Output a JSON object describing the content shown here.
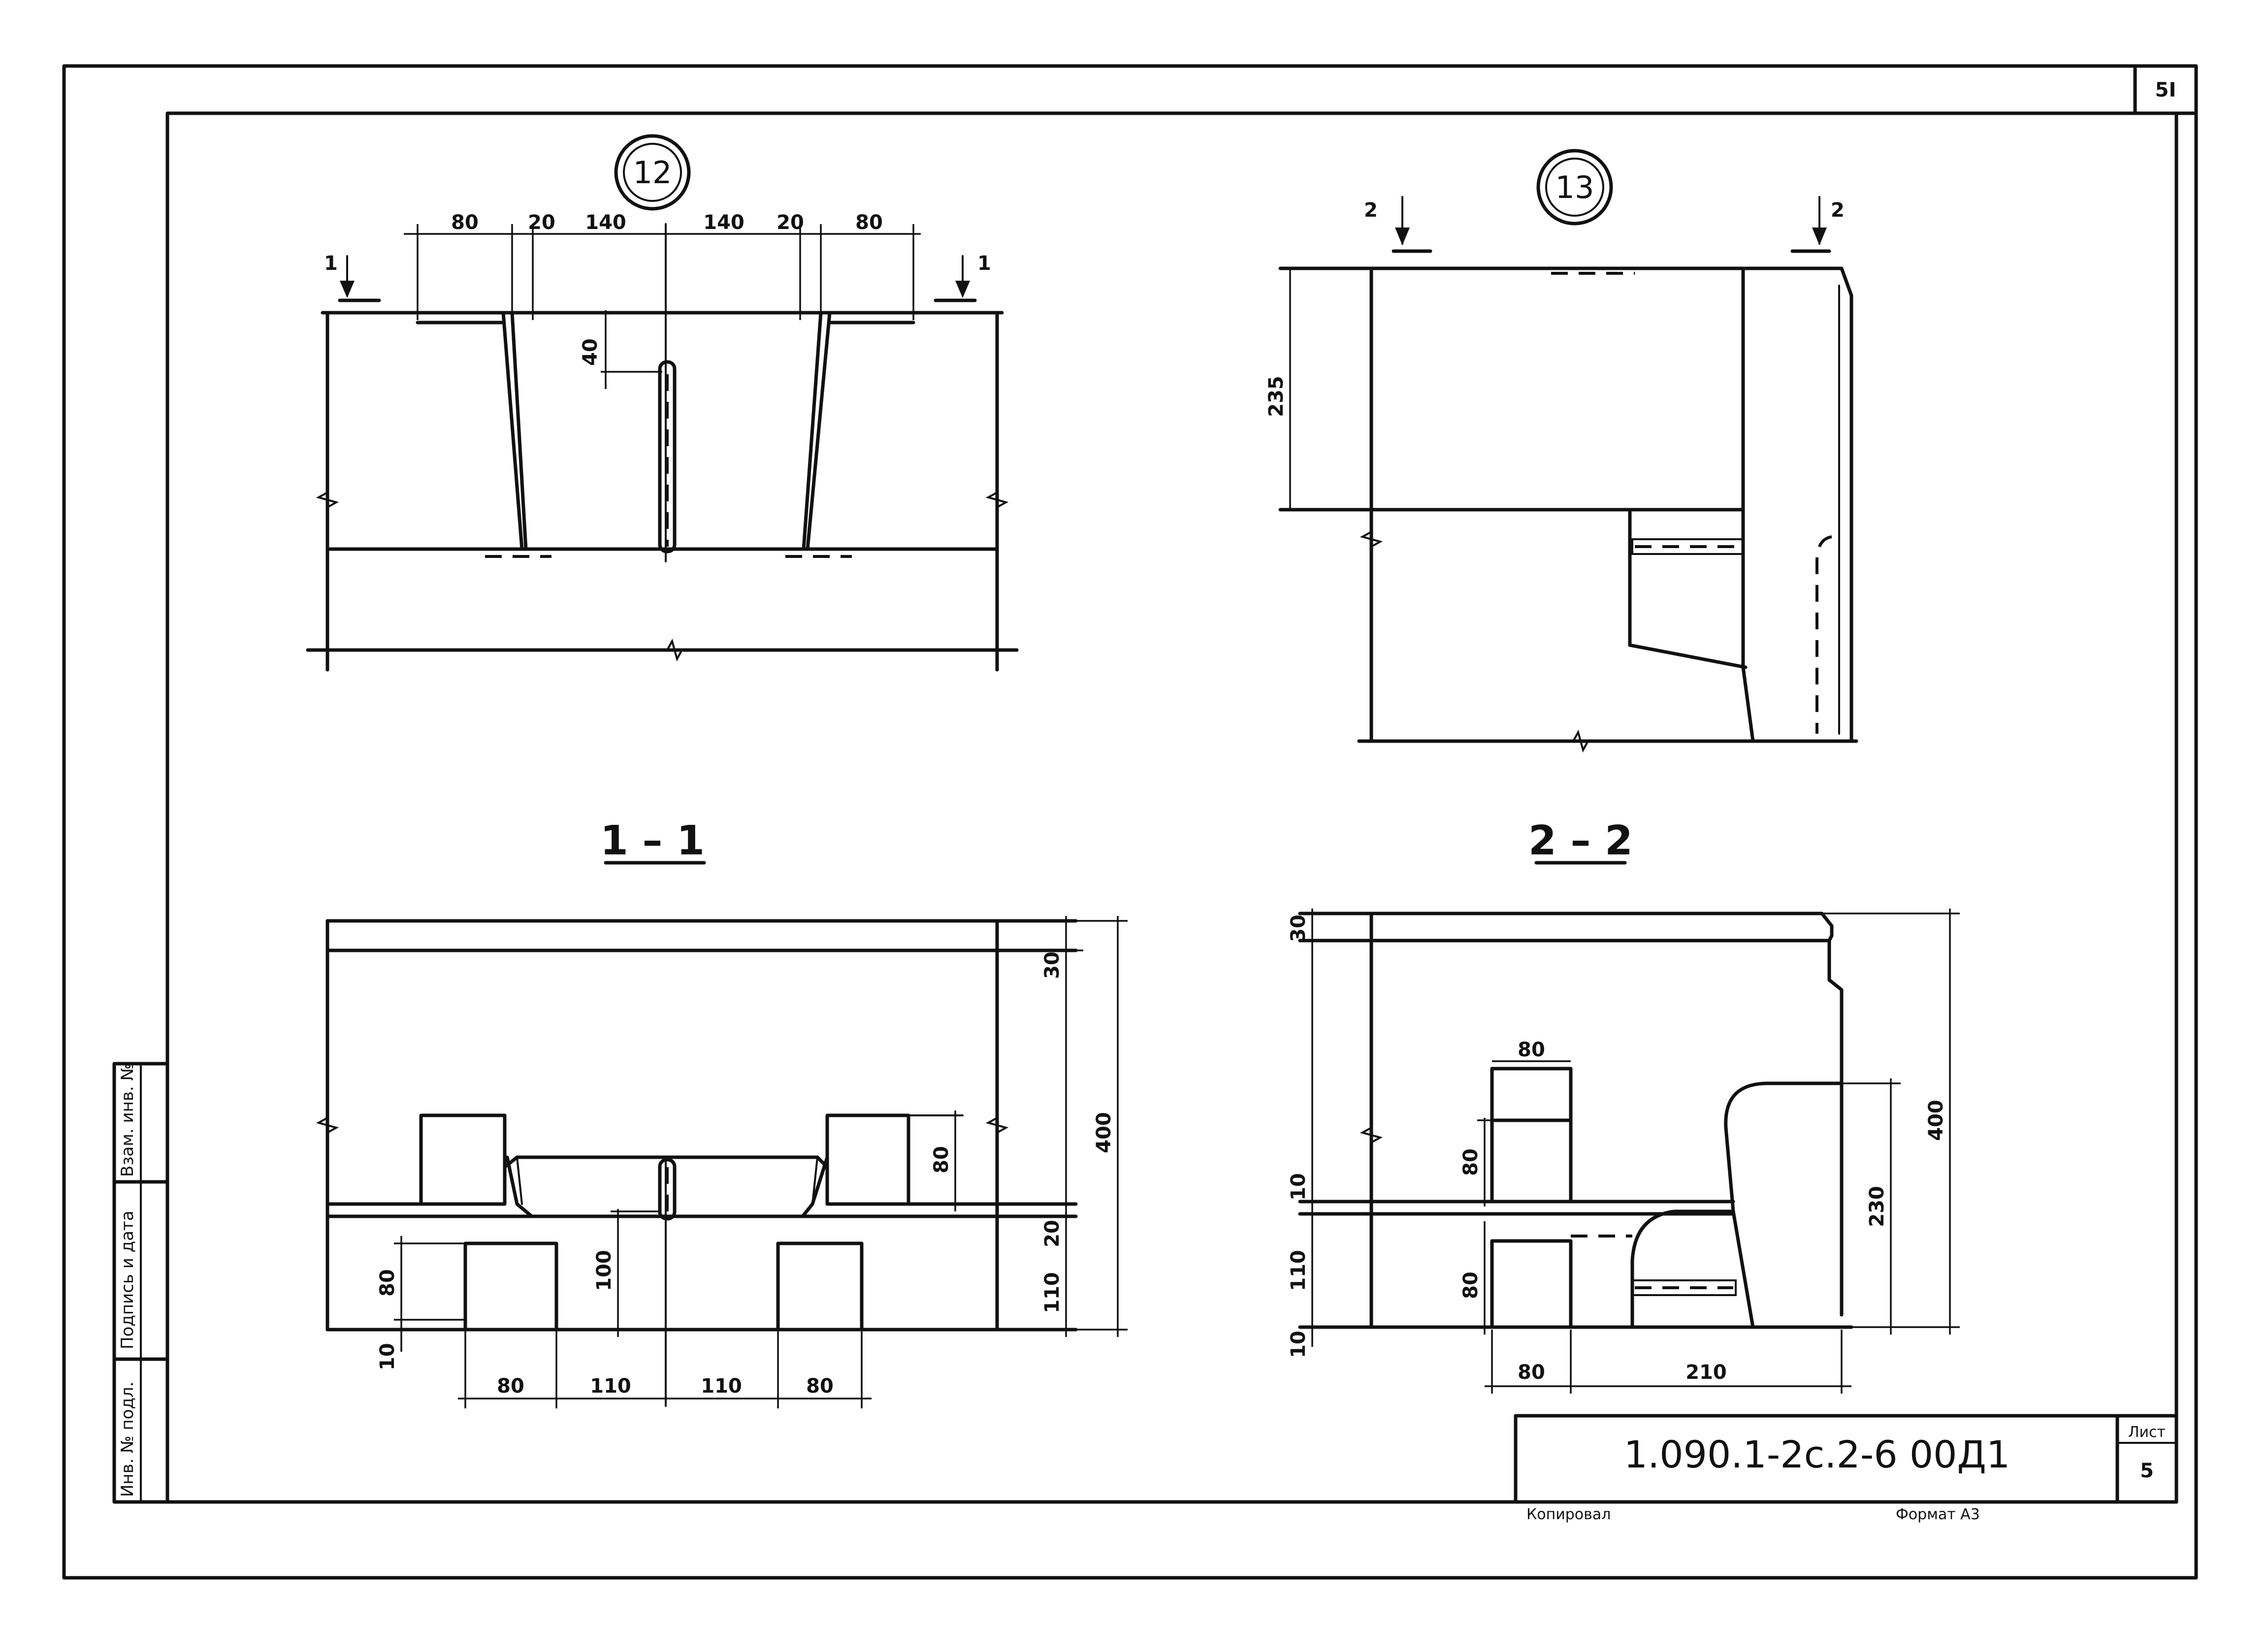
{
  "sheet": {
    "corner_number": "5I",
    "document_code": "1.090.1-2с.2-6   00Д1",
    "sheet_label": "Лист",
    "sheet_number": "5",
    "copied_label": "Копировал",
    "format_label": "Формат А3",
    "side_stamp": [
      "Инв. № подл.",
      "Подпись и дата",
      "Взам. инв. №"
    ]
  },
  "node_12": {
    "marker": "12",
    "section_mark": "1",
    "dims_top": [
      "80",
      "20",
      "140",
      "140",
      "20",
      "80"
    ],
    "dim_vertical": "40"
  },
  "node_13": {
    "marker": "13",
    "section_mark": "2",
    "dim_height": "235"
  },
  "section_1_1": {
    "title": "1 – 1",
    "dims_right": [
      "30",
      "20",
      "110",
      "400"
    ],
    "dims_inner": [
      "80",
      "100"
    ],
    "dims_left": [
      "80",
      "10"
    ],
    "dims_bottom": [
      "80",
      "110",
      "110",
      "80"
    ]
  },
  "section_2_2": {
    "title": "2 – 2",
    "dims_left": [
      "30",
      "10",
      "110",
      "10"
    ],
    "dims_inner": [
      "80",
      "80",
      "80"
    ],
    "dims_right": [
      "230",
      "400"
    ],
    "dims_bottom": [
      "80",
      "210"
    ]
  }
}
